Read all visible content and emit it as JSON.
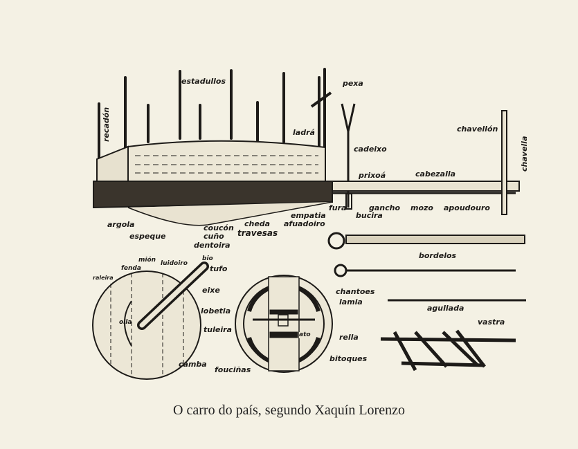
{
  "labels": {
    "estadullos": "estadullos",
    "pexa": "pexa",
    "recadon": "recadón",
    "ladra": "ladrá",
    "cadeixo": "cadeixo",
    "chavellon": "chavellón",
    "chavella": "chavella",
    "prixoa": "prixoá",
    "cabezalla": "cabezalla",
    "fura": "fura",
    "gancho": "gancho",
    "mozo": "mozo",
    "apoudouro": "apoudouro",
    "bucira": "bucira",
    "empatia": "empatia",
    "afuadoiro": "afuadoiro",
    "argola": "argola",
    "espeque": "espeque",
    "coucon": "coucón",
    "cuno": "cuño",
    "dentoira": "dentoira",
    "cheda": "cheda",
    "travesas": "travesas",
    "bordelos": "bordelos",
    "agullada": "agullada",
    "vastra": "vastra",
    "mion": "mión",
    "luidoiro": "luidoiro",
    "bio": "bio",
    "fenda": "fenda",
    "tufo": "tufo",
    "raleira": "raleira",
    "eixe": "eixe",
    "lobetia": "lobetia",
    "tuleira": "tuleira",
    "olla": "olla",
    "camba": "camba",
    "chantoes": "chantoes",
    "lamia": "lamia",
    "rella": "rella",
    "bitoques": "bitoques",
    "foucinas": "fouciñas",
    "ato": "ato"
  },
  "caption": "O carro do país, segundo Xaquín Lorenzo"
}
